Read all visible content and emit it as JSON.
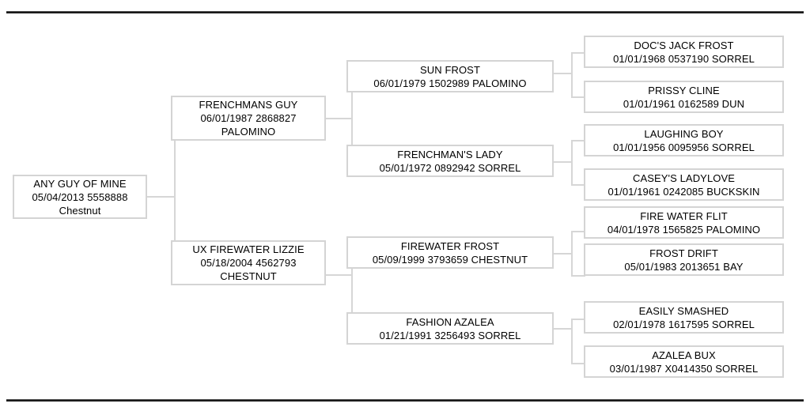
{
  "page": {
    "type": "pedigree-chart",
    "generations": 4,
    "rule_color": "#1a1a1a",
    "box_border_color": "#d4d4d4",
    "connector_color": "#d6d6d6"
  },
  "nodes": {
    "root": {
      "name": "ANY GUY OF MINE",
      "detail": "05/04/2013 5558888",
      "color": "Chestnut"
    },
    "gen2": [
      {
        "name": "FRENCHMANS GUY",
        "detail": "06/01/1987 2868827",
        "color": "PALOMINO"
      },
      {
        "name": "UX FIREWATER LIZZIE",
        "detail": "05/18/2004 4562793",
        "color": "CHESTNUT"
      }
    ],
    "gen3": [
      {
        "name": "SUN FROST",
        "detail": "06/01/1979 1502989 PALOMINO"
      },
      {
        "name": "FRENCHMAN'S LADY",
        "detail": "05/01/1972 0892942 SORREL"
      },
      {
        "name": "FIREWATER FROST",
        "detail": "05/09/1999 3793659 CHESTNUT"
      },
      {
        "name": "FASHION AZALEA",
        "detail": "01/21/1991 3256493 SORREL"
      }
    ],
    "gen4": [
      {
        "name": "DOC'S JACK FROST",
        "detail": "01/01/1968 0537190 SORREL"
      },
      {
        "name": "PRISSY CLINE",
        "detail": "01/01/1961 0162589 DUN"
      },
      {
        "name": "LAUGHING BOY",
        "detail": "01/01/1956 0095956 SORREL"
      },
      {
        "name": "CASEY'S LADYLOVE",
        "detail": "01/01/1961 0242085 BUCKSKIN"
      },
      {
        "name": "FIRE WATER FLIT",
        "detail": "04/01/1978 1565825 PALOMINO"
      },
      {
        "name": "FROST DRIFT",
        "detail": "05/01/1983 2013651 BAY"
      },
      {
        "name": "EASILY SMASHED",
        "detail": "02/01/1978 1617595 SORREL"
      },
      {
        "name": "AZALEA BUX",
        "detail": "03/01/1987 X0414350 SORREL"
      }
    ]
  }
}
